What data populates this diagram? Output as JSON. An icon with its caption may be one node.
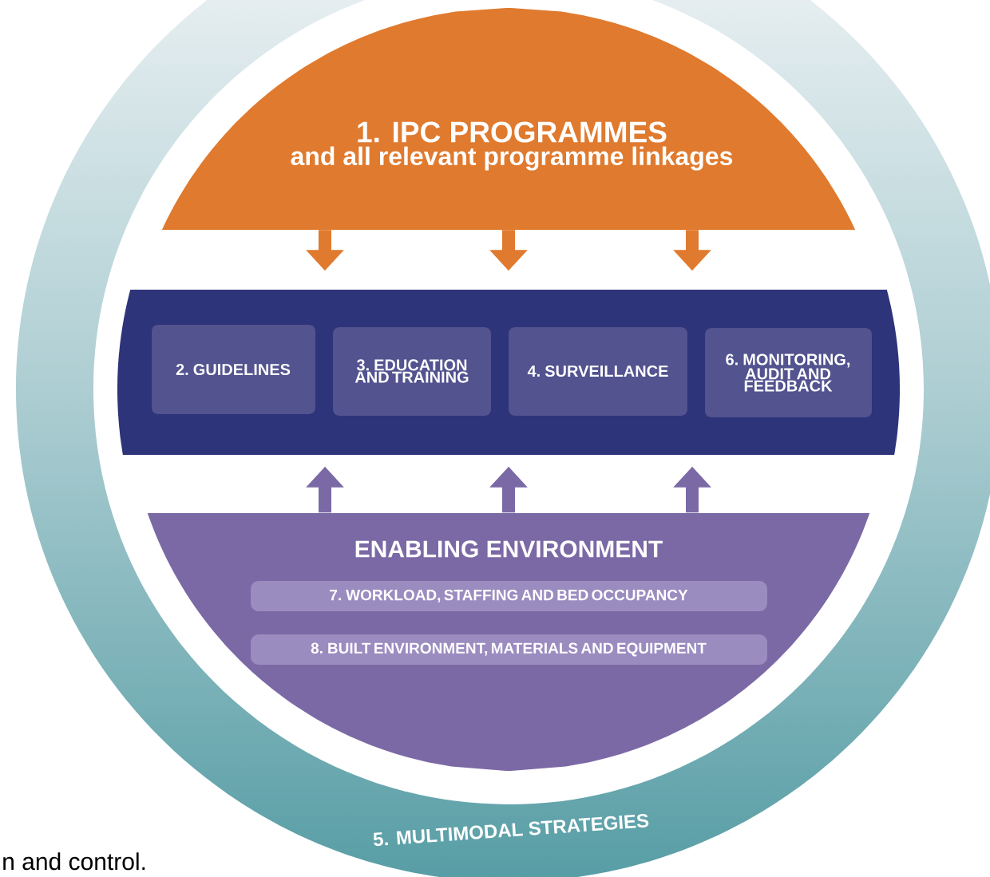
{
  "diagram": {
    "nodes": [
      {
        "text": [
          "1. IPC PROGRAMMES",
          "and all relevant programme linkages"
        ]
      },
      {
        "text": [],
        "shape": "box"
      },
      {
        "text": [
          "2. GUIDELINES"
        ],
        "in": 1
      },
      {
        "text": [
          "3. EDUCATION AND TRAINING"
        ],
        "in": 1
      },
      {
        "text": [
          "4. SURVEILLANCE"
        ],
        "in": 1
      },
      {
        "text": [
          "6. MONITORING, AUDIT AND FEEDBACK"
        ],
        "in": 1
      },
      {
        "text": [
          "ENABLING ENVIRONMENT"
        ]
      },
      {
        "text": [
          "7. WORKLOAD, STAFFING AND BED OCCUPANCY"
        ],
        "in": 6
      },
      {
        "text": [
          "8. BUILT ENVIRONMENT, MATERIALS AND EQUIPMENT"
        ],
        "in": 6
      },
      {
        "text": [
          "5. MULTIMODAL STRATEGIES"
        ]
      }
    ],
    "edges": [
      {
        "from": 0,
        "to": 1,
        "arrow": "to",
        "color": "#e07a2e"
      },
      {
        "from": 0,
        "to": 1,
        "arrow": "to",
        "color": "#e07a2e"
      },
      {
        "from": 0,
        "to": 1,
        "arrow": "to",
        "color": "#e07a2e"
      },
      {
        "from": 6,
        "to": 1,
        "arrow": "to",
        "color": "#7b69a6"
      },
      {
        "from": 6,
        "to": 1,
        "arrow": "to",
        "color": "#7b69a6"
      },
      {
        "from": 6,
        "to": 1,
        "arrow": "to",
        "color": "#7b69a6"
      }
    ],
    "labels": [
      "n and control."
    ]
  }
}
